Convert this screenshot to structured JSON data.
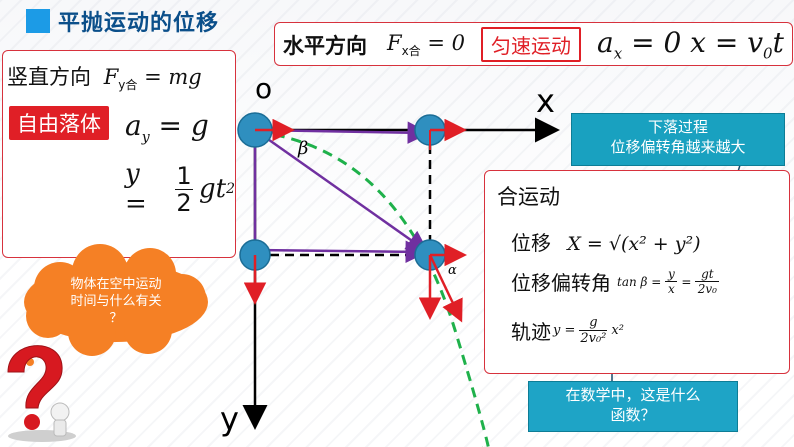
{
  "title": "平抛运动的位移",
  "horizontal": {
    "label": "水平方向",
    "force": "F",
    "force_sub": "x合",
    "force_eq": "= 0",
    "tag": "匀速运动",
    "accel": "a",
    "accel_sub": "x",
    "accel_eq": "= 0",
    "pos_eq": "x = v",
    "pos_sub": "0",
    "pos_tail": "t"
  },
  "vertical": {
    "label": "竖直方向",
    "force": "F",
    "force_sub": "y合",
    "force_eq": "= mg",
    "tag": "自由落体",
    "accel": "a",
    "accel_sub": "y",
    "accel_eq": "= g",
    "pos_y": "y =",
    "frac_num": "1",
    "frac_den": "2",
    "pos_tail": "gt",
    "pos_exp": "2"
  },
  "diagram": {
    "origin": "o",
    "x_axis": "x",
    "y_axis": "y",
    "beta": "β",
    "alpha": "α"
  },
  "note_box": {
    "line1": "下落过程",
    "line2": "位移偏转角越来越大"
  },
  "combined": {
    "title": "合运动",
    "disp_label": "位移",
    "disp_formula": "X = √(x² + y²)",
    "angle_label": "位移偏转角",
    "angle_tan": "tan β =",
    "angle_f1_num": "y",
    "angle_f1_den": "x",
    "angle_eq": "=",
    "angle_f2_num": "gt",
    "angle_f2_den": "2v₀",
    "traj_label": "轨迹",
    "traj_y": "y =",
    "traj_num": "g",
    "traj_den": "2v₀²",
    "traj_tail": "x²"
  },
  "question_bubble": {
    "line1": "物体在空中运动",
    "line2": "时间与什么有关",
    "line3": "？"
  },
  "math_box": {
    "line1": "在数学中，这是什么",
    "line2": "函数？"
  },
  "colors": {
    "accent_blue": "#1c9be6",
    "red": "#e01f26",
    "purple": "#7030a0",
    "green_dash": "#1fb14b",
    "teal": "#19a1c0",
    "orange": "#f58025"
  }
}
